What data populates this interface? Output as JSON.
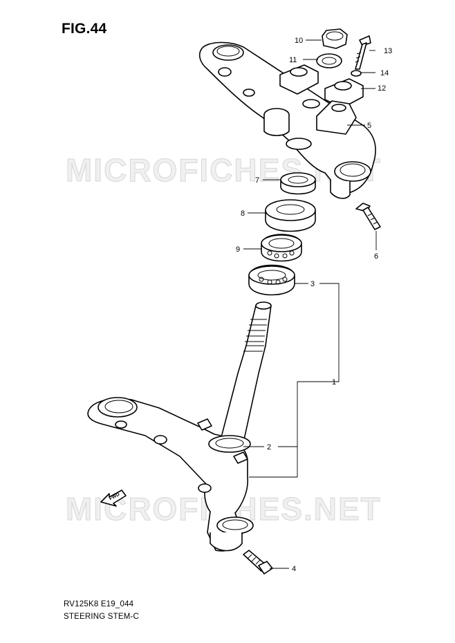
{
  "figure": {
    "title": "FIG.44",
    "code": "RV125K8 E19_044",
    "caption": "STEERING STEM-C"
  },
  "watermark": "MICROFICHES.NET",
  "fwd_label": "FWD",
  "callouts": [
    {
      "id": "1",
      "label": "1"
    },
    {
      "id": "2",
      "label": "2"
    },
    {
      "id": "3",
      "label": "3"
    },
    {
      "id": "4",
      "label": "4"
    },
    {
      "id": "5",
      "label": "5"
    },
    {
      "id": "6",
      "label": "6"
    },
    {
      "id": "7",
      "label": "7"
    },
    {
      "id": "8",
      "label": "8"
    },
    {
      "id": "9",
      "label": "9"
    },
    {
      "id": "10",
      "label": "10"
    },
    {
      "id": "11",
      "label": "11"
    },
    {
      "id": "12",
      "label": "12"
    },
    {
      "id": "13",
      "label": "13"
    },
    {
      "id": "14",
      "label": "14"
    }
  ]
}
